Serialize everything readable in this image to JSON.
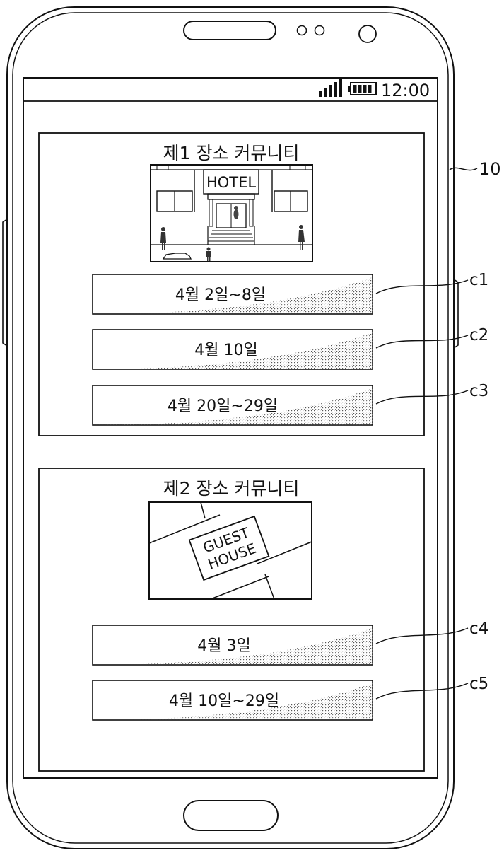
{
  "status_bar": {
    "time": "12:00",
    "signal_icon": "signal-icon",
    "battery_icon": "battery-icon"
  },
  "device_ref": "10",
  "communities": [
    {
      "title": "제1 장소 커뮤니티",
      "image_label": "HOTEL",
      "image_icon": "hotel-illustration",
      "dates": [
        {
          "label": "4월 2일~8일",
          "ref": "c1"
        },
        {
          "label": "4월 10일",
          "ref": "c2"
        },
        {
          "label": "4월 20일~29일",
          "ref": "c3"
        }
      ]
    },
    {
      "title": "제2 장소 커뮤니티",
      "image_label_lines": [
        "GUEST",
        "HOUSE"
      ],
      "image_icon": "guest-house-illustration",
      "dates": [
        {
          "label": "4월 3일",
          "ref": "c4"
        },
        {
          "label": "4월 10일~29일",
          "ref": "c5"
        }
      ]
    }
  ]
}
